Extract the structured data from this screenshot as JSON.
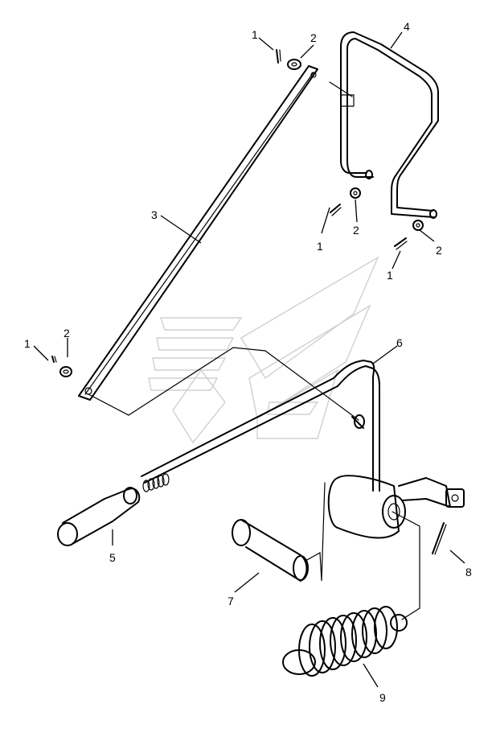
{
  "callouts": [
    {
      "id": "c1a",
      "text": "1"
    },
    {
      "id": "c2a",
      "text": "2"
    },
    {
      "id": "c4",
      "text": "4"
    },
    {
      "id": "c3",
      "text": "3"
    },
    {
      "id": "c1b",
      "text": "1"
    },
    {
      "id": "c2b",
      "text": "2"
    },
    {
      "id": "c2c",
      "text": "2"
    },
    {
      "id": "c1c",
      "text": "1"
    },
    {
      "id": "c1d",
      "text": "1"
    },
    {
      "id": "c2d",
      "text": "2"
    },
    {
      "id": "c6",
      "text": "6"
    },
    {
      "id": "c5",
      "text": "5"
    },
    {
      "id": "c7",
      "text": "7"
    },
    {
      "id": "c8",
      "text": "8"
    },
    {
      "id": "c9",
      "text": "9"
    }
  ]
}
